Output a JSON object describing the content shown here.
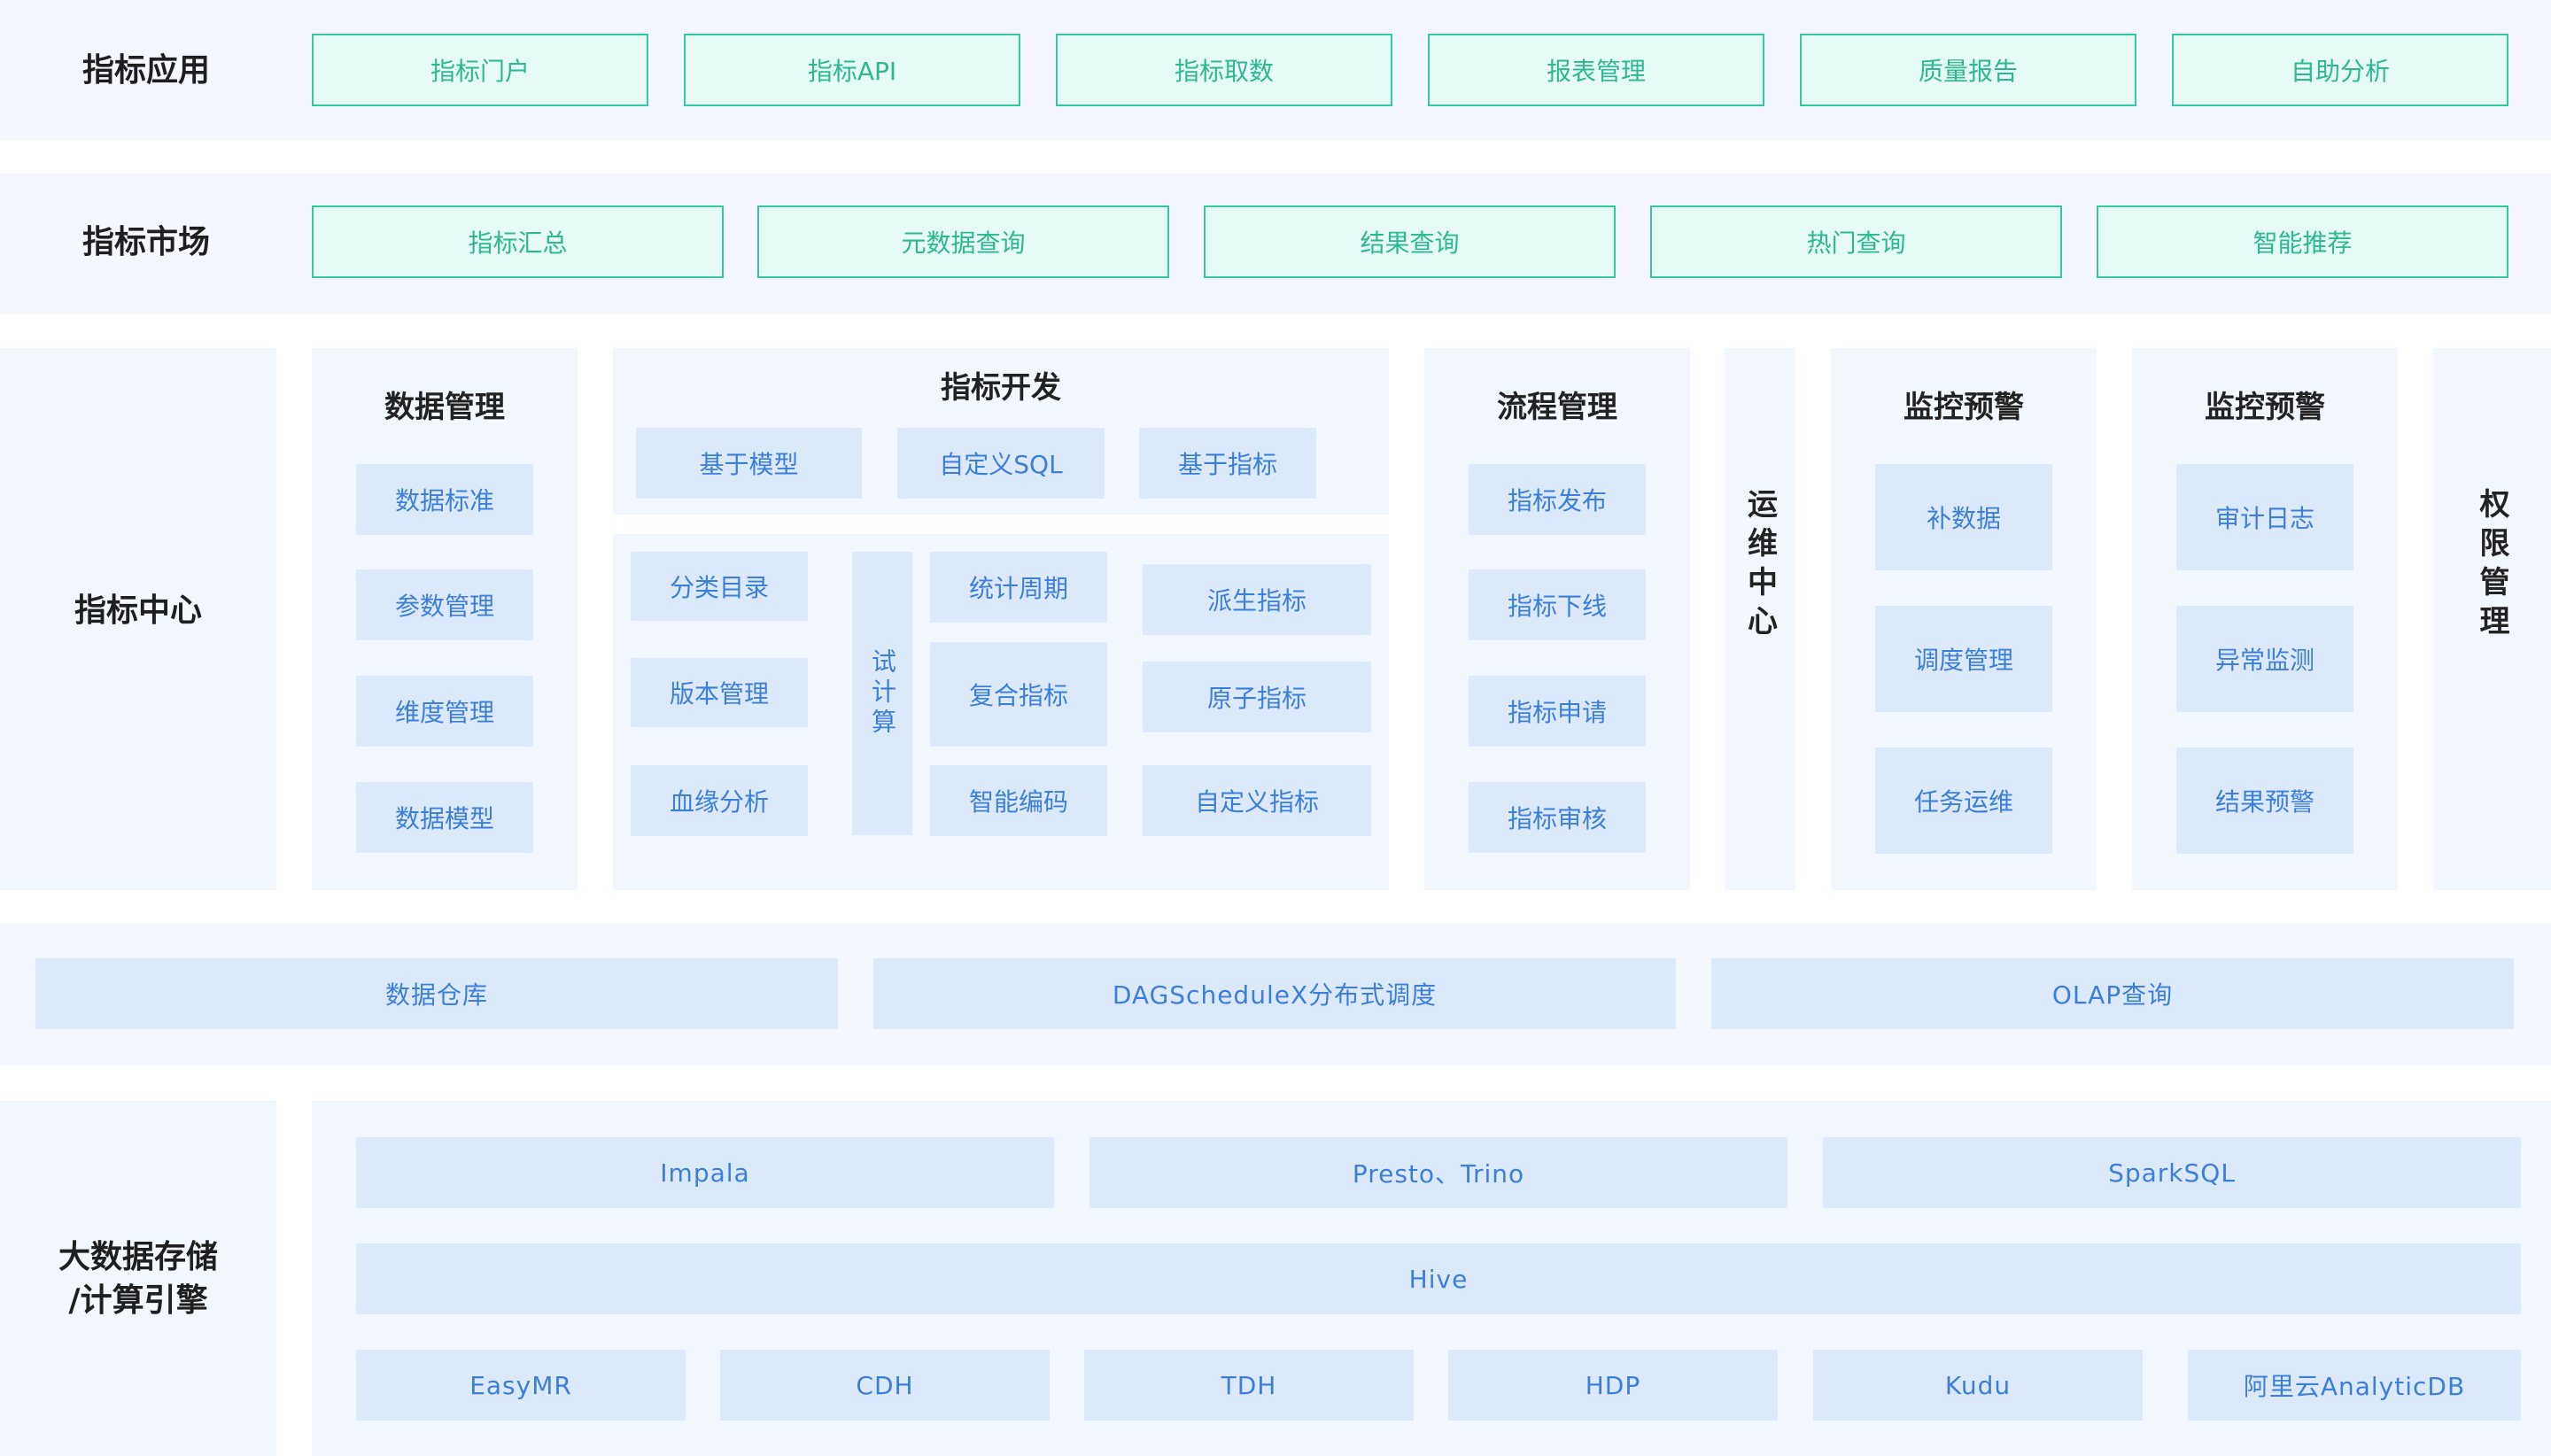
{
  "rows": {
    "app": {
      "label": "指标应用",
      "items": [
        "指标门户",
        "指标API",
        "指标取数",
        "报表管理",
        "质量报告",
        "自助分析"
      ]
    },
    "market": {
      "label": "指标市场",
      "items": [
        "指标汇总",
        "元数据查询",
        "结果查询",
        "热门查询",
        "智能推荐"
      ]
    },
    "center": {
      "label": "指标中心",
      "data_mgmt": {
        "title": "数据管理",
        "items": [
          "数据标准",
          "参数管理",
          "维度管理",
          "数据模型"
        ]
      },
      "dev": {
        "title": "指标开发",
        "top_items": [
          "基于模型",
          "自定义SQL",
          "基于指标"
        ],
        "left_items": [
          "分类目录",
          "版本管理",
          "血缘分析"
        ],
        "trial": "试计算",
        "mid_items": [
          "统计周期",
          "复合指标",
          "智能编码"
        ],
        "right_items": [
          "派生指标",
          "原子指标",
          "自定义指标"
        ]
      },
      "process": {
        "title": "流程管理",
        "items": [
          "指标发布",
          "指标下线",
          "指标申请",
          "指标审核"
        ]
      },
      "ops": {
        "title": "运维中心"
      },
      "monitor1": {
        "title": "监控预警",
        "items": [
          "补数据",
          "调度管理",
          "任务运维"
        ]
      },
      "monitor2": {
        "title": "监控预警",
        "items": [
          "审计日志",
          "异常监测",
          "结果预警"
        ]
      },
      "auth": {
        "title": "权限管理"
      }
    },
    "platform": {
      "items": [
        "数据仓库",
        "DAGScheduleX分布式调度",
        "OLAP查询"
      ]
    },
    "engine": {
      "label": "大数据存储/计算引擎",
      "label_line1": "大数据存储",
      "label_line2": "/计算引擎",
      "row1": [
        "Impala",
        "Presto、Trino",
        "SparkSQL"
      ],
      "row2": [
        "Hive"
      ],
      "row3": [
        "EasyMR",
        "CDH",
        "TDH",
        "HDP",
        "Kudu",
        "阿里云AnalyticDB"
      ]
    }
  },
  "colors": {
    "band_bg": "#f4f8fe",
    "mint_fill": "#e7fbf6",
    "mint_border": "#33c9a2",
    "mint_text": "#2cb892",
    "blue_fill": "#dce9fb",
    "blue_text": "#3b7fdc"
  }
}
